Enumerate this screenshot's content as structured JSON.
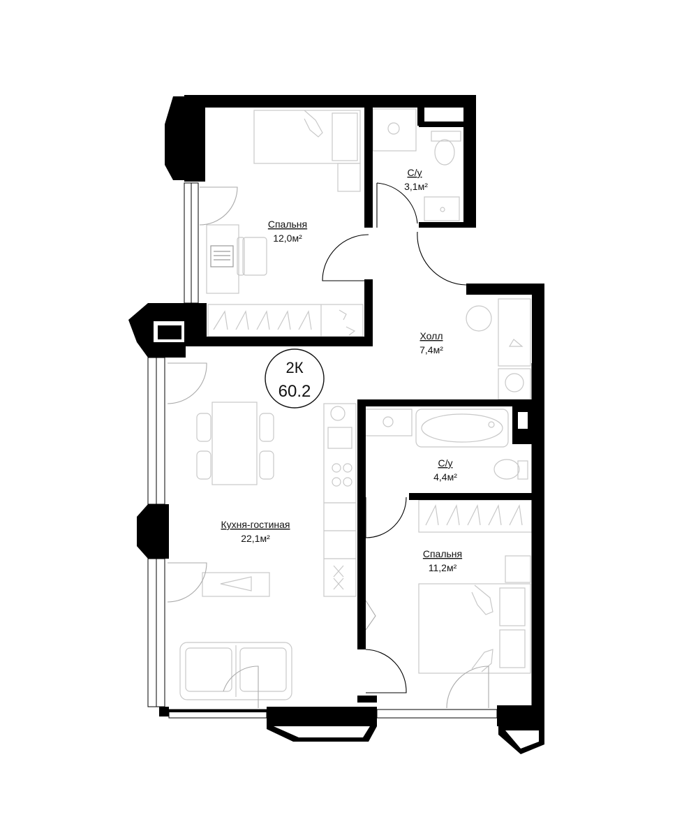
{
  "plan": {
    "badge": {
      "rooms": "2К",
      "total_area": "60.2"
    },
    "rooms": [
      {
        "id": "bedroom-1",
        "name": "Спальня",
        "area": "12,0м²"
      },
      {
        "id": "bathroom-1",
        "name": "С/у",
        "area": "3,1м²"
      },
      {
        "id": "hall",
        "name": "Холл",
        "area": "7,4м²"
      },
      {
        "id": "kitchen-living",
        "name": "Кухня-гостиная",
        "area": "22,1м²"
      },
      {
        "id": "bathroom-2",
        "name": "С/у",
        "area": "4,4м²"
      },
      {
        "id": "bedroom-2",
        "name": "Спальня",
        "area": "11,2м²"
      }
    ]
  }
}
